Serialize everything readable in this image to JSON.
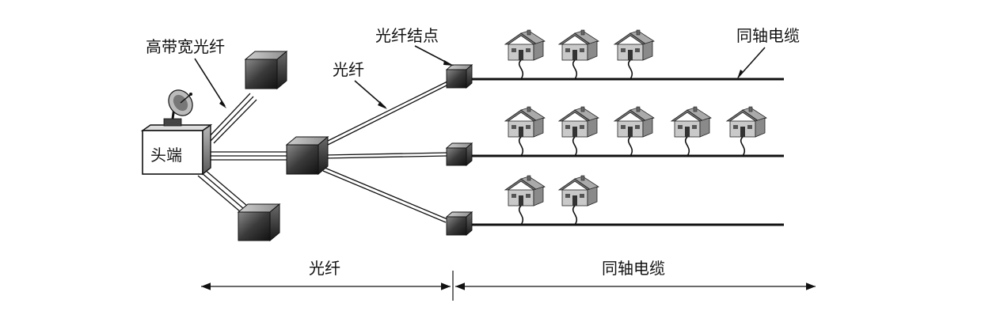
{
  "labels": {
    "high_bandwidth_fiber": "高带宽光纤",
    "headend": "头端",
    "fiber": "光纤",
    "fiber_node": "光纤结点",
    "coax": "同轴电缆",
    "bottom_fiber": "光纤",
    "bottom_coax": "同轴电缆"
  },
  "icons": {
    "satellite": "satellite-dish-icon",
    "house": "house-icon",
    "node": "cube-icon"
  },
  "branches": [
    {
      "name": "upper",
      "houses": 3
    },
    {
      "name": "middle",
      "houses": 5
    },
    {
      "name": "lower",
      "houses": 2
    }
  ]
}
